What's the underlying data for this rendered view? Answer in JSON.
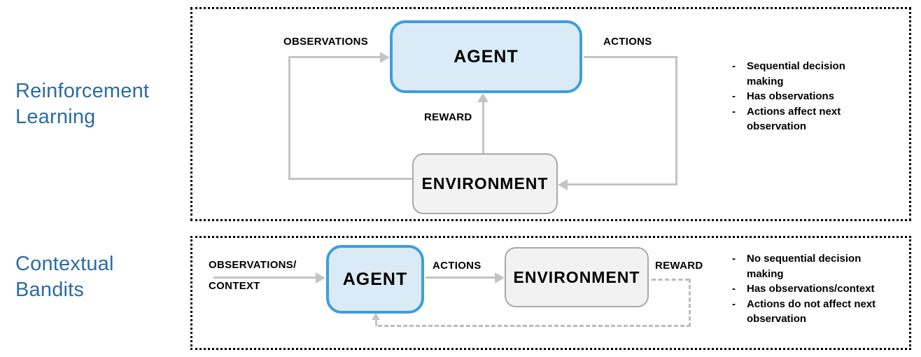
{
  "diagram": {
    "rl": {
      "title": "Reinforcement Learning",
      "agent": "AGENT",
      "environment": "ENVIRONMENT",
      "observations_label": "OBSERVATIONS",
      "actions_label": "ACTIONS",
      "reward_label": "REWARD",
      "bullet_marker": "-",
      "bullets": [
        "Sequential decision making",
        "Has observations",
        "Actions affect next observation"
      ]
    },
    "cb": {
      "title": "Contextual Bandits",
      "agent": "AGENT",
      "environment": "ENVIRONMENT",
      "observations_label_line1": "OBSERVATIONS/",
      "observations_label_line2": "CONTEXT",
      "actions_label": "ACTIONS",
      "reward_label": "REWARD",
      "bullet_marker": "-",
      "bullets": [
        "No sequential decision making",
        "Has observations/context",
        "Actions do not affect next observation"
      ]
    },
    "colors": {
      "title_blue": "#2B6CA3",
      "agent_fill": "#DAEBF7",
      "agent_border": "#3E9EDB",
      "environment_fill": "#F2F2F2",
      "environment_border": "#A9A9A9",
      "connector_gray": "#C4C4C6",
      "dashed_gray": "#BBBDBF",
      "panel_border": "#000000"
    }
  }
}
